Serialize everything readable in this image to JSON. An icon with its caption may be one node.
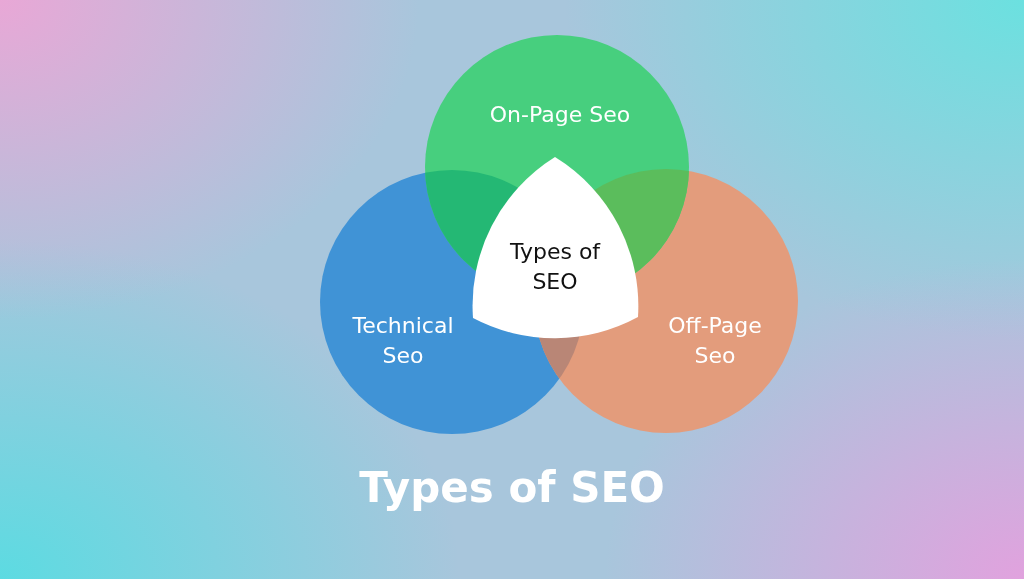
{
  "diagram": {
    "title": "Types of SEO",
    "nodes": [
      {
        "text": [
          "On-Page Seo"
        ]
      },
      {
        "text": [
          "Types of SEO"
        ]
      },
      {
        "text": [
          "Technical Seo"
        ]
      },
      {
        "text": [
          "Off-Page Seo"
        ]
      }
    ]
  }
}
